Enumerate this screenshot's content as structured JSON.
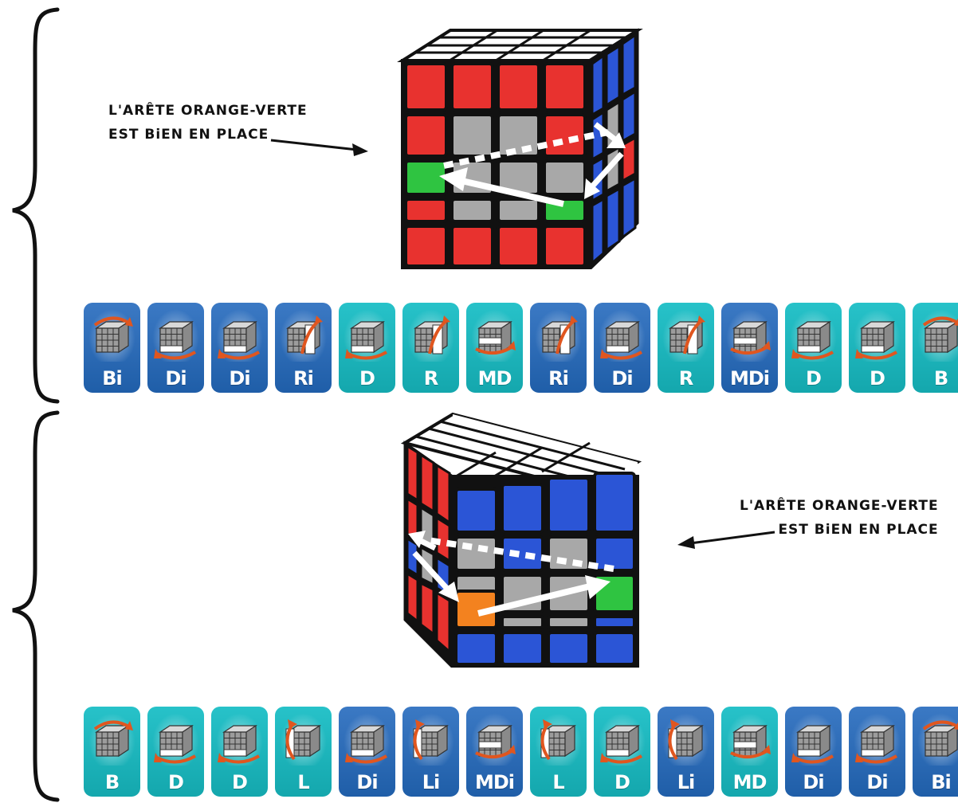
{
  "colors": {
    "red": "#e8322f",
    "blue": "#2b55d6",
    "green": "#2fc441",
    "orange": "#f3821f",
    "gray": "#a8a8a8",
    "white": "#ffffff",
    "card_blue": "#2a6bb7",
    "card_teal": "#1bb5bb",
    "arrow_orange": "#e0561f"
  },
  "step1": {
    "note_line1": "L'ARÊTE ORANGE-VERTE",
    "note_line2": "EST BiEN EN PLACE",
    "moves": [
      {
        "label": "Bi",
        "style": "blue",
        "icon": "top-turn-icon"
      },
      {
        "label": "Di",
        "style": "blue",
        "icon": "bottom-turn-icon"
      },
      {
        "label": "Di",
        "style": "blue",
        "icon": "bottom-turn-icon"
      },
      {
        "label": "Ri",
        "style": "blue",
        "icon": "right-turn-icon"
      },
      {
        "label": "D",
        "style": "teal",
        "icon": "bottom-turn-icon"
      },
      {
        "label": "R",
        "style": "teal",
        "icon": "right-turn-icon"
      },
      {
        "label": "MD",
        "style": "teal",
        "icon": "middle-turn-icon"
      },
      {
        "label": "Ri",
        "style": "blue",
        "icon": "right-turn-icon"
      },
      {
        "label": "Di",
        "style": "blue",
        "icon": "bottom-turn-icon"
      },
      {
        "label": "R",
        "style": "teal",
        "icon": "right-turn-icon"
      },
      {
        "label": "MDi",
        "style": "blue",
        "icon": "middle-turn-icon"
      },
      {
        "label": "D",
        "style": "teal",
        "icon": "bottom-turn-icon"
      },
      {
        "label": "D",
        "style": "teal",
        "icon": "bottom-turn-icon"
      },
      {
        "label": "B",
        "style": "teal",
        "icon": "top-turn-icon"
      }
    ]
  },
  "step2": {
    "note_line1": "L'ARÊTE ORANGE-VERTE",
    "note_line2": "EST BiEN EN PLACE",
    "moves": [
      {
        "label": "B",
        "style": "teal",
        "icon": "top-turn-icon"
      },
      {
        "label": "D",
        "style": "teal",
        "icon": "bottom-turn-icon"
      },
      {
        "label": "D",
        "style": "teal",
        "icon": "bottom-turn-icon"
      },
      {
        "label": "L",
        "style": "teal",
        "icon": "left-turn-icon"
      },
      {
        "label": "Di",
        "style": "blue",
        "icon": "bottom-turn-icon"
      },
      {
        "label": "Li",
        "style": "blue",
        "icon": "left-turn-icon"
      },
      {
        "label": "MDi",
        "style": "blue",
        "icon": "middle-turn-icon"
      },
      {
        "label": "L",
        "style": "teal",
        "icon": "left-turn-icon"
      },
      {
        "label": "D",
        "style": "teal",
        "icon": "bottom-turn-icon"
      },
      {
        "label": "Li",
        "style": "blue",
        "icon": "left-turn-icon"
      },
      {
        "label": "MD",
        "style": "teal",
        "icon": "middle-turn-icon"
      },
      {
        "label": "Di",
        "style": "blue",
        "icon": "bottom-turn-icon"
      },
      {
        "label": "Di",
        "style": "blue",
        "icon": "bottom-turn-icon"
      },
      {
        "label": "Bi",
        "style": "blue",
        "icon": "top-turn-icon"
      }
    ]
  }
}
